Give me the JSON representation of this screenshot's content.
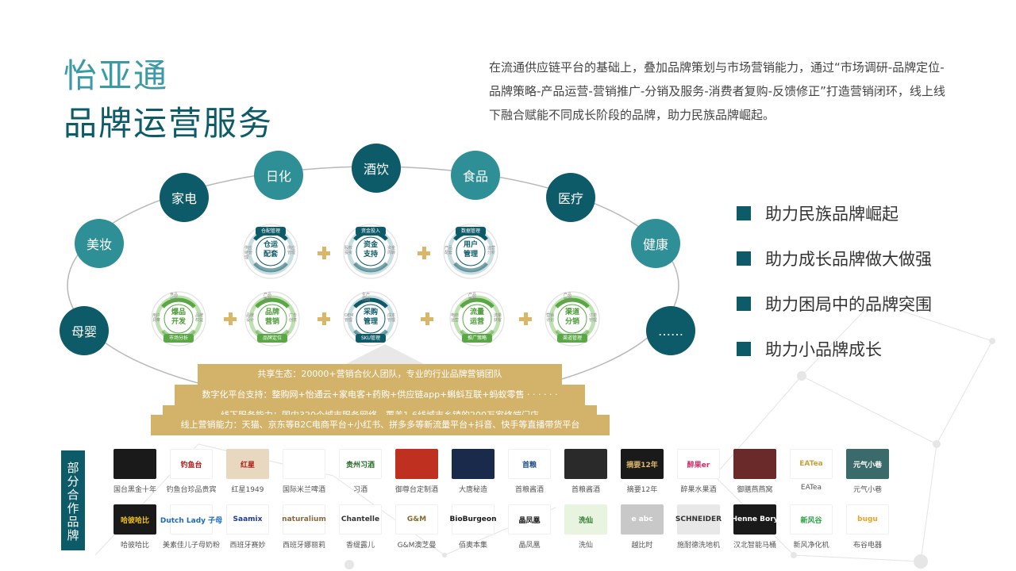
{
  "header": {
    "title_line1": "怡亚通",
    "title_line2": "品牌运营服务",
    "description": "在流通供应链平台的基础上，叠加品牌策划与市场营销能力，通过“市场调研-品牌定位-品牌策略-产品运营-营销推广-分销及服务-消费者复购-反馈修正”打造营销闭环，线上线下融合赋能不同成长阶段的品牌，助力民族品牌崛起。"
  },
  "categories": [
    {
      "label": "母婴",
      "tone": "dark"
    },
    {
      "label": "美妆",
      "tone": "mid"
    },
    {
      "label": "家电",
      "tone": "dark"
    },
    {
      "label": "日化",
      "tone": "mid"
    },
    {
      "label": "酒饮",
      "tone": "dark"
    },
    {
      "label": "食品",
      "tone": "mid"
    },
    {
      "label": "医疗",
      "tone": "dark"
    },
    {
      "label": "健康",
      "tone": "mid"
    },
    {
      "label": "……",
      "tone": "dark"
    }
  ],
  "bullets": [
    "助力民族品牌崛起",
    "助力成长品牌做大做强",
    "助力困局中的品牌突围",
    "助力小品牌成长"
  ],
  "modules_top": [
    {
      "center": "仓运\n配套",
      "tag": "仓配管理",
      "labels": [
        "供应链管理",
        "供应管理"
      ],
      "theme": "teal"
    },
    {
      "center": "资金\n支持",
      "tag": "资金投入",
      "labels": [
        "股权投资",
        "资金周转"
      ],
      "theme": "teal"
    },
    {
      "center": "用户\n管理",
      "tag": "数据管理",
      "labels": [
        "产品配套",
        "运营分析"
      ],
      "theme": "teal"
    }
  ],
  "modules_bottom": [
    {
      "center": "爆品\n开发",
      "tag": "市场分析",
      "labels": [
        "用户洞察",
        "品牌权益",
        "竞品分析"
      ],
      "theme": "green"
    },
    {
      "center": "品牌\n营销",
      "tag": "品牌定位",
      "labels": [
        "品牌设计",
        "广告创意",
        "产品策略"
      ],
      "theme": "green"
    },
    {
      "center": "采购\n管理",
      "tag": "SKU管理",
      "labels": [
        "OEM管理",
        "成本管理",
        "生产周期"
      ],
      "theme": "teal"
    },
    {
      "center": "流量\n运营",
      "tag": "推广策略",
      "labels": [
        "电商运营",
        "流量获客",
        "产品策略"
      ],
      "theme": "green"
    },
    {
      "center": "渠道\n分销",
      "tag": "渠道管理",
      "labels": [
        "营销计划",
        "订单管理",
        "产品管理"
      ],
      "theme": "green"
    }
  ],
  "pyramid": [
    "共享生态：20000+营销合伙人团队，专业的行业品牌营销团队",
    "数字化平台支持：整购网+怡通云+家电客+药购+供应链app+蝌蚪互联+蚂蚁零售 · · · · · ·",
    "线下服务能力：国内320个城市服务网络，覆盖1-6线城市乡镇的200万家终端门店",
    "线上营销能力：天猫、京东等B2C电商平台+小红书、拼多多等新流量平台+抖音、快手等直播带货平台"
  ],
  "partners": {
    "label": "部分合作品牌",
    "rows": [
      [
        {
          "logo": "",
          "name": "国台黑金十年",
          "bg": "#1a1a1a",
          "fg": "#d8b76b"
        },
        {
          "logo": "钓鱼台",
          "name": "钓鱼台珍品贵宾",
          "bg": "#ffffff",
          "fg": "#b01c1c"
        },
        {
          "logo": "红星",
          "name": "红星1949",
          "bg": "#e8d8c0",
          "fg": "#b01c1c"
        },
        {
          "logo": "",
          "name": "国际米兰啤酒",
          "bg": "#ffffff",
          "fg": "#1a3c8a"
        },
        {
          "logo": "贵州习酒",
          "name": "习酒",
          "bg": "#ffffff",
          "fg": "#2a6a2a"
        },
        {
          "logo": "",
          "name": "御尊台定制酒",
          "bg": "#c03020",
          "fg": "#f0d080"
        },
        {
          "logo": "",
          "name": "大唐秘造",
          "bg": "#1a2a4a",
          "fg": "#ffffff"
        },
        {
          "logo": "首粮",
          "name": "首粮酱酒",
          "bg": "#ffffff",
          "fg": "#1a4a8a"
        },
        {
          "logo": "",
          "name": "首粮酱酒",
          "bg": "#2a2a2a",
          "fg": "#d8b76b"
        },
        {
          "logo": "摘要12年",
          "name": "摘要12年",
          "bg": "#1a1a1a",
          "fg": "#d8b76b"
        },
        {
          "logo": "醉果er",
          "name": "醉果水果酒",
          "bg": "#ffffff",
          "fg": "#d02a6a"
        },
        {
          "logo": "",
          "name": "御膳燕燕窝",
          "bg": "#6a2a2a",
          "fg": "#d8b76b"
        },
        {
          "logo": "EATea",
          "name": "EATea",
          "bg": "#ffffff",
          "fg": "#c8a040"
        },
        {
          "logo": "元气小巷",
          "name": "元气小巷",
          "bg": "#3a6a6a",
          "fg": "#ffffff"
        }
      ],
      [
        {
          "logo": "哈彼哈比",
          "name": "哈彼哈比",
          "bg": "#1a1a1a",
          "fg": "#f0c020"
        },
        {
          "logo": "Dutch Lady 子母",
          "name": "美素佳儿子母奶粉",
          "bg": "#ffffff",
          "fg": "#1a6ac8"
        },
        {
          "logo": "Saamix",
          "name": "西班牙赛妙",
          "bg": "#ffffff",
          "fg": "#1a3c9a"
        },
        {
          "logo": "naturalium",
          "name": "西班牙娜丽莉",
          "bg": "#ffffff",
          "fg": "#8a6a3a"
        },
        {
          "logo": "Chantelle",
          "name": "香缇露儿",
          "bg": "#ffffff",
          "fg": "#333333"
        },
        {
          "logo": "G&M",
          "name": "G&M澳芝曼",
          "bg": "#ffffff",
          "fg": "#8a6a2a"
        },
        {
          "logo": "BioBurgeon",
          "name": "佰奥本集",
          "bg": "#ffffff",
          "fg": "#1a1a1a"
        },
        {
          "logo": "晶凤凰",
          "name": "晶凤凰",
          "bg": "#ffffff",
          "fg": "#1a1a1a"
        },
        {
          "logo": "洗仙",
          "name": "洗仙",
          "bg": "#e8f4e0",
          "fg": "#2a7a2a"
        },
        {
          "logo": "e abc",
          "name": "越比时",
          "bg": "#c8c8c8",
          "fg": "#ffffff"
        },
        {
          "logo": "SCHNEIDER",
          "name": "施耐德洗地机",
          "bg": "#e8e8e8",
          "fg": "#333333"
        },
        {
          "logo": "Henne Bory",
          "name": "汉北智能马桶",
          "bg": "#1a1a1a",
          "fg": "#ffffff"
        },
        {
          "logo": "新风谷",
          "name": "新风净化机",
          "bg": "#ffffff",
          "fg": "#2aa040"
        },
        {
          "logo": "bugu",
          "name": "布谷电器",
          "bg": "#ffffff",
          "fg": "#f0a020"
        }
      ]
    ]
  }
}
